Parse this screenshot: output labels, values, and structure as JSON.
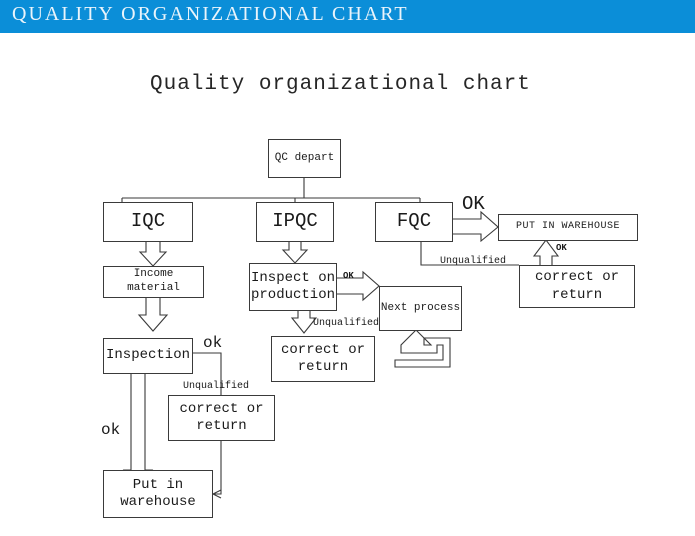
{
  "header": {
    "title": "QUALITY ORGANIZATIONAL CHART",
    "bar_color": "#0b8ed8",
    "text_color": "#eaf4fb"
  },
  "chart": {
    "title": "Quality organizational chart",
    "line_color": "#3a3a3a",
    "background": "#ffffff"
  },
  "chart_data": {
    "type": "diagram",
    "title": "Quality organizational chart",
    "nodes": [
      {
        "id": "qc-depart",
        "label": "QC depart"
      },
      {
        "id": "iqc",
        "label": "IQC"
      },
      {
        "id": "ipqc",
        "label": "IPQC"
      },
      {
        "id": "fqc",
        "label": "FQC"
      },
      {
        "id": "income-material",
        "label": "Income material"
      },
      {
        "id": "inspect-production",
        "label": "Inspect on production"
      },
      {
        "id": "inspect-production-line1",
        "label": "Inspect on"
      },
      {
        "id": "inspect-production-line2",
        "label": "production"
      },
      {
        "id": "put-in-warehouse-top",
        "label": "PUT IN WAREHOUSE"
      },
      {
        "id": "correct-return-right",
        "label": "correct or return"
      },
      {
        "id": "correct-return-right-line1",
        "label": "correct or"
      },
      {
        "id": "correct-return-right-line2",
        "label": "return"
      },
      {
        "id": "next-process",
        "label": "Next process"
      },
      {
        "id": "inspection",
        "label": "Inspection"
      },
      {
        "id": "correct-return-mid",
        "label": "correct or return"
      },
      {
        "id": "correct-return-mid-line1",
        "label": "correct or"
      },
      {
        "id": "correct-return-mid-line2",
        "label": "return"
      },
      {
        "id": "correct-return-left",
        "label": "correct or return"
      },
      {
        "id": "correct-return-left-line1",
        "label": "correct or"
      },
      {
        "id": "correct-return-left-line2",
        "label": "return"
      },
      {
        "id": "put-in-warehouse-bottom",
        "label": "Put in warehouse"
      },
      {
        "id": "put-in-warehouse-bottom-line1",
        "label": "Put in"
      },
      {
        "id": "put-in-warehouse-bottom-line2",
        "label": "warehouse"
      }
    ],
    "edge_labels": {
      "fqc_ok": "OK",
      "correct_return_ok": "OK",
      "fqc_unqualified": "Unqualified",
      "ipqc_ok": "OK",
      "ipqc_unqualified": "Unqualified",
      "inspection_ok": "ok",
      "inspection_unqualified": "Unqualified",
      "inspection_ok_down": "ok"
    },
    "edges": [
      {
        "from": "qc-depart",
        "to": "iqc"
      },
      {
        "from": "qc-depart",
        "to": "ipqc"
      },
      {
        "from": "qc-depart",
        "to": "fqc"
      },
      {
        "from": "iqc",
        "to": "income-material"
      },
      {
        "from": "income-material",
        "to": "inspection"
      },
      {
        "from": "inspection",
        "to": "put-in-warehouse-bottom",
        "label": "ok"
      },
      {
        "from": "inspection",
        "to": "correct-return-left",
        "label": "Unqualified"
      },
      {
        "from": "correct-return-left",
        "to": "put-in-warehouse-bottom"
      },
      {
        "from": "ipqc",
        "to": "inspect-production"
      },
      {
        "from": "inspect-production",
        "to": "next-process",
        "label": "OK"
      },
      {
        "from": "inspect-production",
        "to": "correct-return-mid",
        "label": "Unqualified"
      },
      {
        "from": "correct-return-mid",
        "to": "next-process"
      },
      {
        "from": "fqc",
        "to": "put-in-warehouse-top",
        "label": "OK"
      },
      {
        "from": "fqc",
        "to": "correct-return-right",
        "label": "Unqualified"
      },
      {
        "from": "correct-return-right",
        "to": "put-in-warehouse-top",
        "label": "OK"
      }
    ]
  }
}
